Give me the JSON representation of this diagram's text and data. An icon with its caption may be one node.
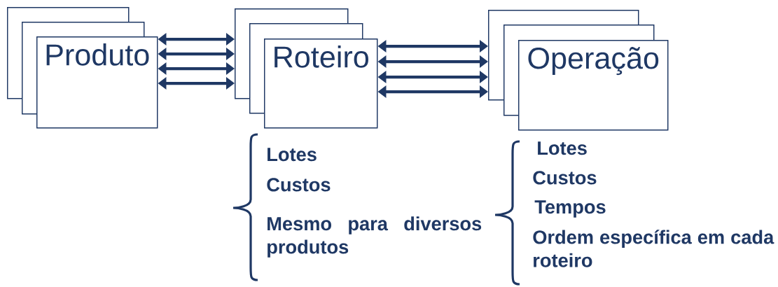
{
  "diagram": {
    "nodes": [
      {
        "text": [],
        "shape": "box"
      },
      {
        "text": [],
        "shape": "box"
      },
      {
        "text": [
          "Produto"
        ]
      },
      {
        "text": [],
        "shape": "box"
      },
      {
        "text": [],
        "shape": "box"
      },
      {
        "text": [
          "Roteiro"
        ]
      },
      {
        "text": [],
        "shape": "box"
      },
      {
        "text": [],
        "shape": "box"
      },
      {
        "text": [
          "Operação"
        ]
      }
    ],
    "edges": [
      {
        "from": 2,
        "to": 3,
        "arrow": "both"
      },
      {
        "from": 2,
        "to": 3,
        "arrow": "both"
      },
      {
        "from": 2,
        "to": 3,
        "arrow": "both"
      },
      {
        "from": 2,
        "to": 3,
        "arrow": "both"
      },
      {
        "from": 5,
        "to": 6,
        "arrow": "both"
      },
      {
        "from": 5,
        "to": 6,
        "arrow": "both"
      },
      {
        "from": 5,
        "to": 6,
        "arrow": "both"
      },
      {
        "from": 5,
        "to": 6,
        "arrow": "both"
      }
    ],
    "labels": [
      "Lotes",
      "Custos",
      "Mesmo para diversos produtos",
      "Lotes",
      "Custos",
      "Tempos",
      "Ordem específica em cada roteiro"
    ]
  }
}
